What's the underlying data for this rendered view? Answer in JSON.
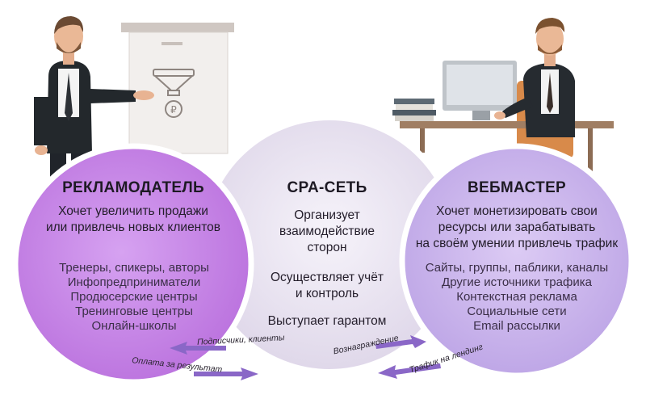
{
  "advertiser": {
    "title": "РЕКЛАМОДАТЕЛЬ",
    "lead": [
      "Хочет увеличить продажи",
      "или привлечь новых клиентов"
    ],
    "items": [
      "Тренеры, спикеры, авторы",
      "Инфопредприниматели",
      "Продюсерские центры",
      "Тренинговые центры",
      "Онлайн-школы"
    ]
  },
  "network": {
    "title": "CPA-СЕТЬ",
    "functions": [
      [
        "Организует",
        "взаимодействие",
        "сторон"
      ],
      [
        "Осуществляет учёт",
        "и контроль"
      ],
      [
        "Выступает гарантом"
      ]
    ]
  },
  "webmaster": {
    "title": "ВЕБМАСТЕР",
    "lead": [
      "Хочет монетизировать свои",
      "ресурсы или зарабатывать",
      "на своём умении привлечь трафик"
    ],
    "items": [
      "Сайты, группы, паблики, каналы",
      "Другие источники трафика",
      "Контекстная реклама",
      "Социальные сети",
      "Email рассылки"
    ]
  },
  "flows": {
    "subscribers": "Подписчики, клиенты",
    "payment": "Оплата за результат",
    "reward": "Вознаграждение",
    "traffic": "Трафик на лендинг"
  },
  "colors": {
    "advertiser_fill": "#c98be8",
    "network_fill": "#ece8f2",
    "webmaster_fill": "#cbb6ec",
    "arrow": "#8a67c7"
  },
  "icons": {
    "funnel": "funnel-icon",
    "coin": "coin-icon"
  }
}
